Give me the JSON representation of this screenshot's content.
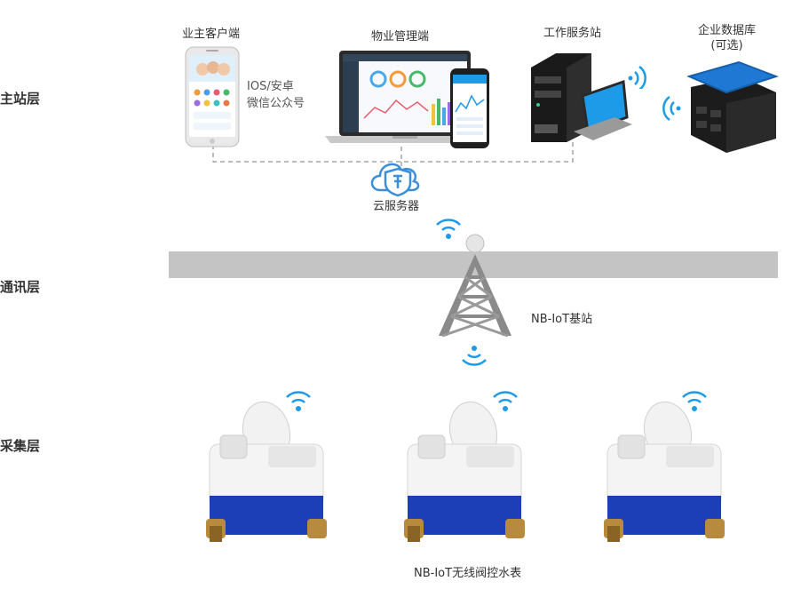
{
  "layers": {
    "master": "主站层",
    "comm": "通讯层",
    "collect": "采集层"
  },
  "nodes": {
    "owner_client": "业主客户端",
    "owner_client_note_1": "IOS/安卓",
    "owner_client_note_2": "微信公众号",
    "property_mgmt": "物业管理端",
    "workstation": "工作服务站",
    "enterprise_db": "企业数据库",
    "enterprise_db_note": "(可选)",
    "cloud_server": "云服务器",
    "base_station": "NB-IoT基站",
    "water_meter": "NB-IoT无线阀控水表"
  },
  "colors": {
    "accent_blue": "#1e9be8",
    "band_gray": "#c4c4c4",
    "meter_blue": "#1c3fb8"
  }
}
